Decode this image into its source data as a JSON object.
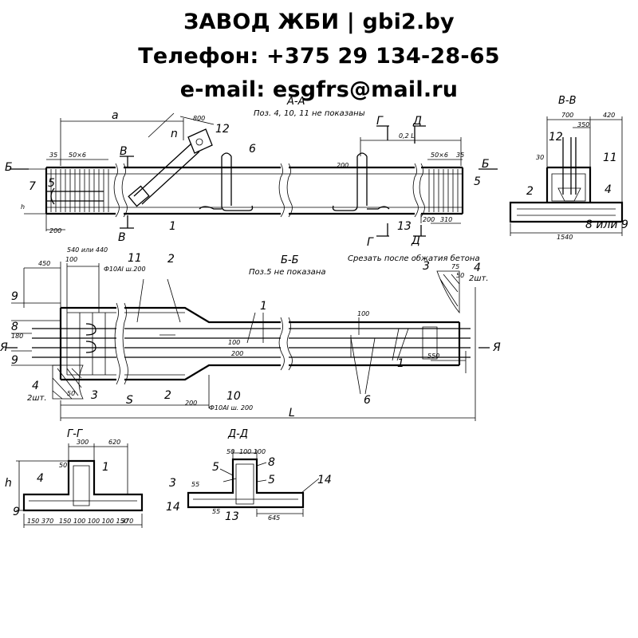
{
  "header": {
    "line1": "ЗАВОД ЖБИ | gbi2.by",
    "line2": "Телефон: +375 29 134-28-65",
    "line3": "e-mail: esgfrs@mail.ru"
  },
  "elevation": {
    "title": "А-А",
    "note": "Поз. 4, 10, 11 не показаны",
    "labels": {
      "b_left": "Б",
      "b_right": "Б",
      "v_top": "В",
      "v_bot": "В",
      "g_top": "Г",
      "g_bot": "Г",
      "d_top": "Д",
      "d_bot": "Д",
      "p7": "7",
      "p5l": "5",
      "p5r": "5",
      "p12": "12",
      "p6": "6",
      "p1": "1",
      "p13": "13",
      "dim_a": "а",
      "dim_n": "n",
      "hook": "h"
    },
    "dims": {
      "d800": "800",
      "d35l": "35",
      "d50x6l": "50×6",
      "d200l": "200",
      "d200t": "200",
      "d02l": "0,2 L",
      "d50x6r": "50×6",
      "d35r": "35",
      "d200b": "200",
      "d310": "310"
    }
  },
  "section_bb": {
    "title": "Б-Б",
    "note": "Поз.5 не показана",
    "note2": "Срезать после обжатия бетона",
    "labels": {
      "p9a": "9",
      "p8": "8",
      "p9b": "9",
      "p4l": "4",
      "p4l_note": "2шт.",
      "p3l": "3",
      "p2t": "2",
      "p2b": "2",
      "p11": "11",
      "p10": "10",
      "p1a": "1",
      "p1b": "1",
      "p6": "6",
      "p3r": "3",
      "p4r": "4",
      "p4r_note": "2шт.",
      "ya_l": "Я",
      "ya_r": "Я",
      "s": "S",
      "L": "L"
    },
    "dims": {
      "d450": "450",
      "d540": "540 или 440",
      "d100": "100",
      "bar11": "Ф10АI ш.200",
      "bar10": "Ф10АI ш. 200",
      "d180": "180",
      "d50": "50",
      "d200a": "200",
      "d200b": "200",
      "d100b": "100",
      "d100c": "100",
      "d550": "550",
      "d75": "75",
      "d50r": "50"
    }
  },
  "section_vv": {
    "title": "В-В",
    "labels": {
      "p12": "12",
      "p11": "11",
      "p2": "2",
      "p4": "4",
      "p8": "8 или 9"
    },
    "dims": {
      "d700": "700",
      "d420": "420",
      "d350": "350",
      "d30": "30",
      "d1540": "1540"
    }
  },
  "section_gg": {
    "title": "Г-Г",
    "labels": {
      "p1": "1",
      "p4": "4",
      "p9": "9",
      "h": "h"
    },
    "dims": {
      "d300": "300",
      "d620": "620",
      "d50": "50",
      "d150": "150",
      "d370a": "370",
      "d150b": "150",
      "seq": "100 100 100 150",
      "d370b": "370"
    }
  },
  "section_dd": {
    "title": "Д-Д",
    "labels": {
      "p5a": "5",
      "p8": "8",
      "p5b": "5",
      "p3": "3",
      "p14a": "14",
      "p14b": "14",
      "p13": "13"
    },
    "dims": {
      "d50": "50",
      "d100": "100 100",
      "d55": "55",
      "d55b": "55",
      "d645": "645"
    }
  }
}
